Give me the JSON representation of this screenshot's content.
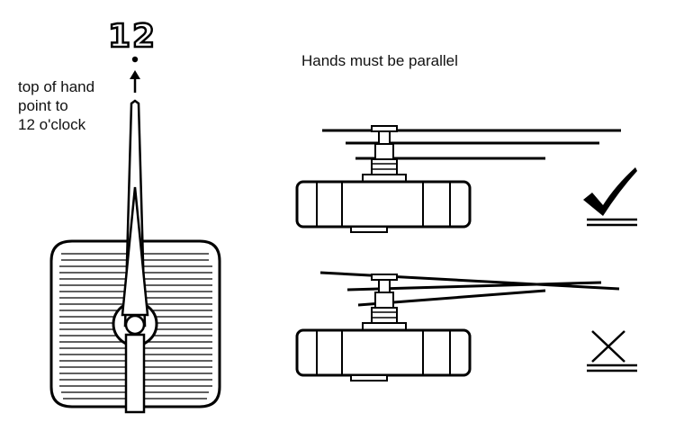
{
  "labels": {
    "twelve": "12",
    "instruction_lines": [
      "top of hand",
      "point to",
      "12 o'clock"
    ],
    "headline": "Hands must be parallel"
  },
  "symbols": {
    "correct": "check-mark",
    "incorrect": "cross-mark"
  },
  "colors": {
    "ink": "#000000",
    "paper": "#ffffff"
  }
}
